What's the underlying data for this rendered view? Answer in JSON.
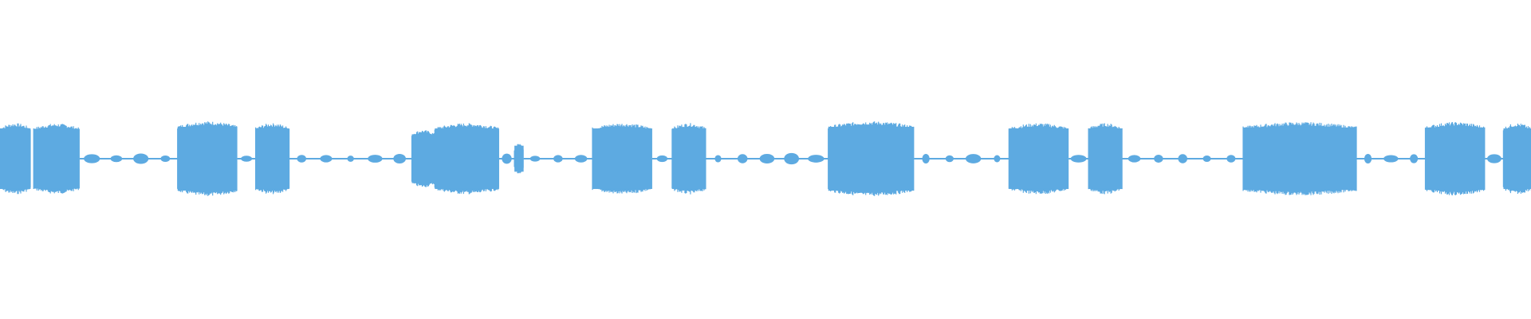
{
  "waveform": {
    "color": "#5daae1",
    "background": "#ffffff",
    "segments": [
      {
        "kind": "loud",
        "start": 0.0,
        "end": 0.02,
        "peak": 0.93
      },
      {
        "kind": "loud",
        "start": 0.022,
        "end": 0.052,
        "peak": 0.92
      },
      {
        "kind": "quiet",
        "start": 0.052,
        "end": 0.116,
        "peak": 0.1
      },
      {
        "kind": "loud",
        "start": 0.116,
        "end": 0.155,
        "peak": 0.98
      },
      {
        "kind": "quiet",
        "start": 0.155,
        "end": 0.167,
        "peak": 0.08
      },
      {
        "kind": "loud",
        "start": 0.167,
        "end": 0.189,
        "peak": 0.93
      },
      {
        "kind": "quiet",
        "start": 0.189,
        "end": 0.269,
        "peak": 0.09
      },
      {
        "kind": "loud",
        "start": 0.269,
        "end": 0.284,
        "peak": 0.75
      },
      {
        "kind": "loud",
        "start": 0.284,
        "end": 0.326,
        "peak": 0.93
      },
      {
        "kind": "quiet",
        "start": 0.326,
        "end": 0.336,
        "peak": 0.12
      },
      {
        "kind": "burst",
        "start": 0.336,
        "end": 0.342,
        "peak": 0.4
      },
      {
        "kind": "quiet",
        "start": 0.342,
        "end": 0.387,
        "peak": 0.08
      },
      {
        "kind": "loud",
        "start": 0.387,
        "end": 0.426,
        "peak": 0.93
      },
      {
        "kind": "quiet",
        "start": 0.426,
        "end": 0.439,
        "peak": 0.1
      },
      {
        "kind": "loud",
        "start": 0.439,
        "end": 0.461,
        "peak": 0.93
      },
      {
        "kind": "quiet",
        "start": 0.461,
        "end": 0.541,
        "peak": 0.11
      },
      {
        "kind": "loud",
        "start": 0.541,
        "end": 0.597,
        "peak": 0.98
      },
      {
        "kind": "quiet",
        "start": 0.597,
        "end": 0.659,
        "peak": 0.1
      },
      {
        "kind": "loud",
        "start": 0.659,
        "end": 0.698,
        "peak": 0.93
      },
      {
        "kind": "quiet",
        "start": 0.698,
        "end": 0.711,
        "peak": 0.1
      },
      {
        "kind": "loud",
        "start": 0.711,
        "end": 0.733,
        "peak": 0.93
      },
      {
        "kind": "quiet",
        "start": 0.733,
        "end": 0.812,
        "peak": 0.1
      },
      {
        "kind": "loud",
        "start": 0.812,
        "end": 0.886,
        "peak": 0.96
      },
      {
        "kind": "quiet",
        "start": 0.886,
        "end": 0.931,
        "peak": 0.1
      },
      {
        "kind": "loud",
        "start": 0.931,
        "end": 0.97,
        "peak": 0.96
      },
      {
        "kind": "quiet",
        "start": 0.97,
        "end": 0.982,
        "peak": 0.1
      },
      {
        "kind": "loud",
        "start": 0.982,
        "end": 1.0,
        "peak": 0.93
      }
    ]
  }
}
